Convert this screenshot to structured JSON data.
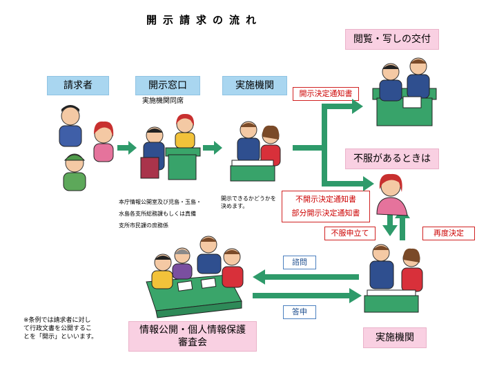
{
  "title": "開示請求の流れ",
  "boxes": {
    "requester": "請求者",
    "window": "開示窓口",
    "agency_top": "実施機関",
    "viewing": "閲覧・写しの交付",
    "objection": "不服があるときは",
    "council_line1": "情報公開・個人情報保護",
    "council_line2": "審査会",
    "agency_bottom": "実施機関"
  },
  "labels": {
    "window_sub": "実施機関同席",
    "decision": "開示決定通知書",
    "non_disclosure": "不開示決定通知書",
    "partial": "部分開示決定通知書",
    "appeal": "不服申立て",
    "redecision": "再度決定",
    "consult": "諮問",
    "report": "答申"
  },
  "texts": {
    "window_desc": [
      "本庁情報公開室及び児島・玉島・",
      "水島各支所総務課もしくは真備",
      "支所市民課の庶務係"
    ],
    "agency_desc": [
      "開示できるかどうかを",
      "決めます。"
    ],
    "footnote": [
      "※条例では請求者に対し",
      "て行政文書を公開するこ",
      "とを「開示」といいます。"
    ]
  },
  "colors": {
    "arrow_green": "#2e9a6a",
    "box_blue": "#a9d6f0",
    "box_pink": "#f9d0e2",
    "label_red": "#cc0000"
  }
}
